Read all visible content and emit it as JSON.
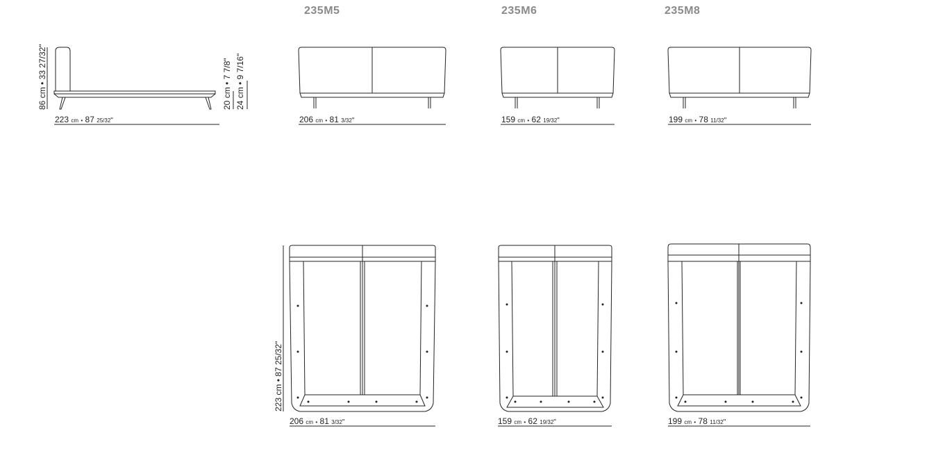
{
  "models": [
    {
      "code": "235M5"
    },
    {
      "code": "235M6"
    },
    {
      "code": "235M8"
    }
  ],
  "side_view": {
    "length": {
      "cm": "223",
      "cm_unit": "cm",
      "sep": "•",
      "in": "87",
      "in_frac": "25/32",
      "in_unit": "\""
    },
    "headboard_height": {
      "cm": "86",
      "cm_unit": "cm",
      "sep": "•",
      "in": "33",
      "in_frac": "27/32",
      "in_unit": "\""
    },
    "frame_height": {
      "cm": "20",
      "cm_unit": "cm",
      "sep": "•",
      "in": "7",
      "in_frac": "7/8",
      "in_unit": "\""
    },
    "top_height": {
      "cm": "24",
      "cm_unit": "cm",
      "sep": "•",
      "in": "9",
      "in_frac": "7/16",
      "in_unit": "\""
    }
  },
  "front_widths": [
    {
      "cm": "206",
      "cm_unit": "cm",
      "sep": "•",
      "in": "81",
      "in_frac": "3/32",
      "in_unit": "\""
    },
    {
      "cm": "159",
      "cm_unit": "cm",
      "sep": "•",
      "in": "62",
      "in_frac": "19/32",
      "in_unit": "\""
    },
    {
      "cm": "199",
      "cm_unit": "cm",
      "sep": "•",
      "in": "78",
      "in_frac": "11/32",
      "in_unit": "\""
    }
  ],
  "plan_widths": [
    {
      "cm": "206",
      "cm_unit": "cm",
      "sep": "•",
      "in": "81",
      "in_frac": "3/32",
      "in_unit": "\""
    },
    {
      "cm": "159",
      "cm_unit": "cm",
      "sep": "•",
      "in": "62",
      "in_frac": "19/32",
      "in_unit": "\""
    },
    {
      "cm": "199",
      "cm_unit": "cm",
      "sep": "•",
      "in": "78",
      "in_frac": "11/32",
      "in_unit": "\""
    }
  ],
  "plan_length": {
    "cm": "223",
    "cm_unit": "cm",
    "sep": "•",
    "in": "87",
    "in_frac": "25/32",
    "in_unit": "\""
  },
  "colors": {
    "title": "#8a8a8a",
    "line": "#222222"
  }
}
